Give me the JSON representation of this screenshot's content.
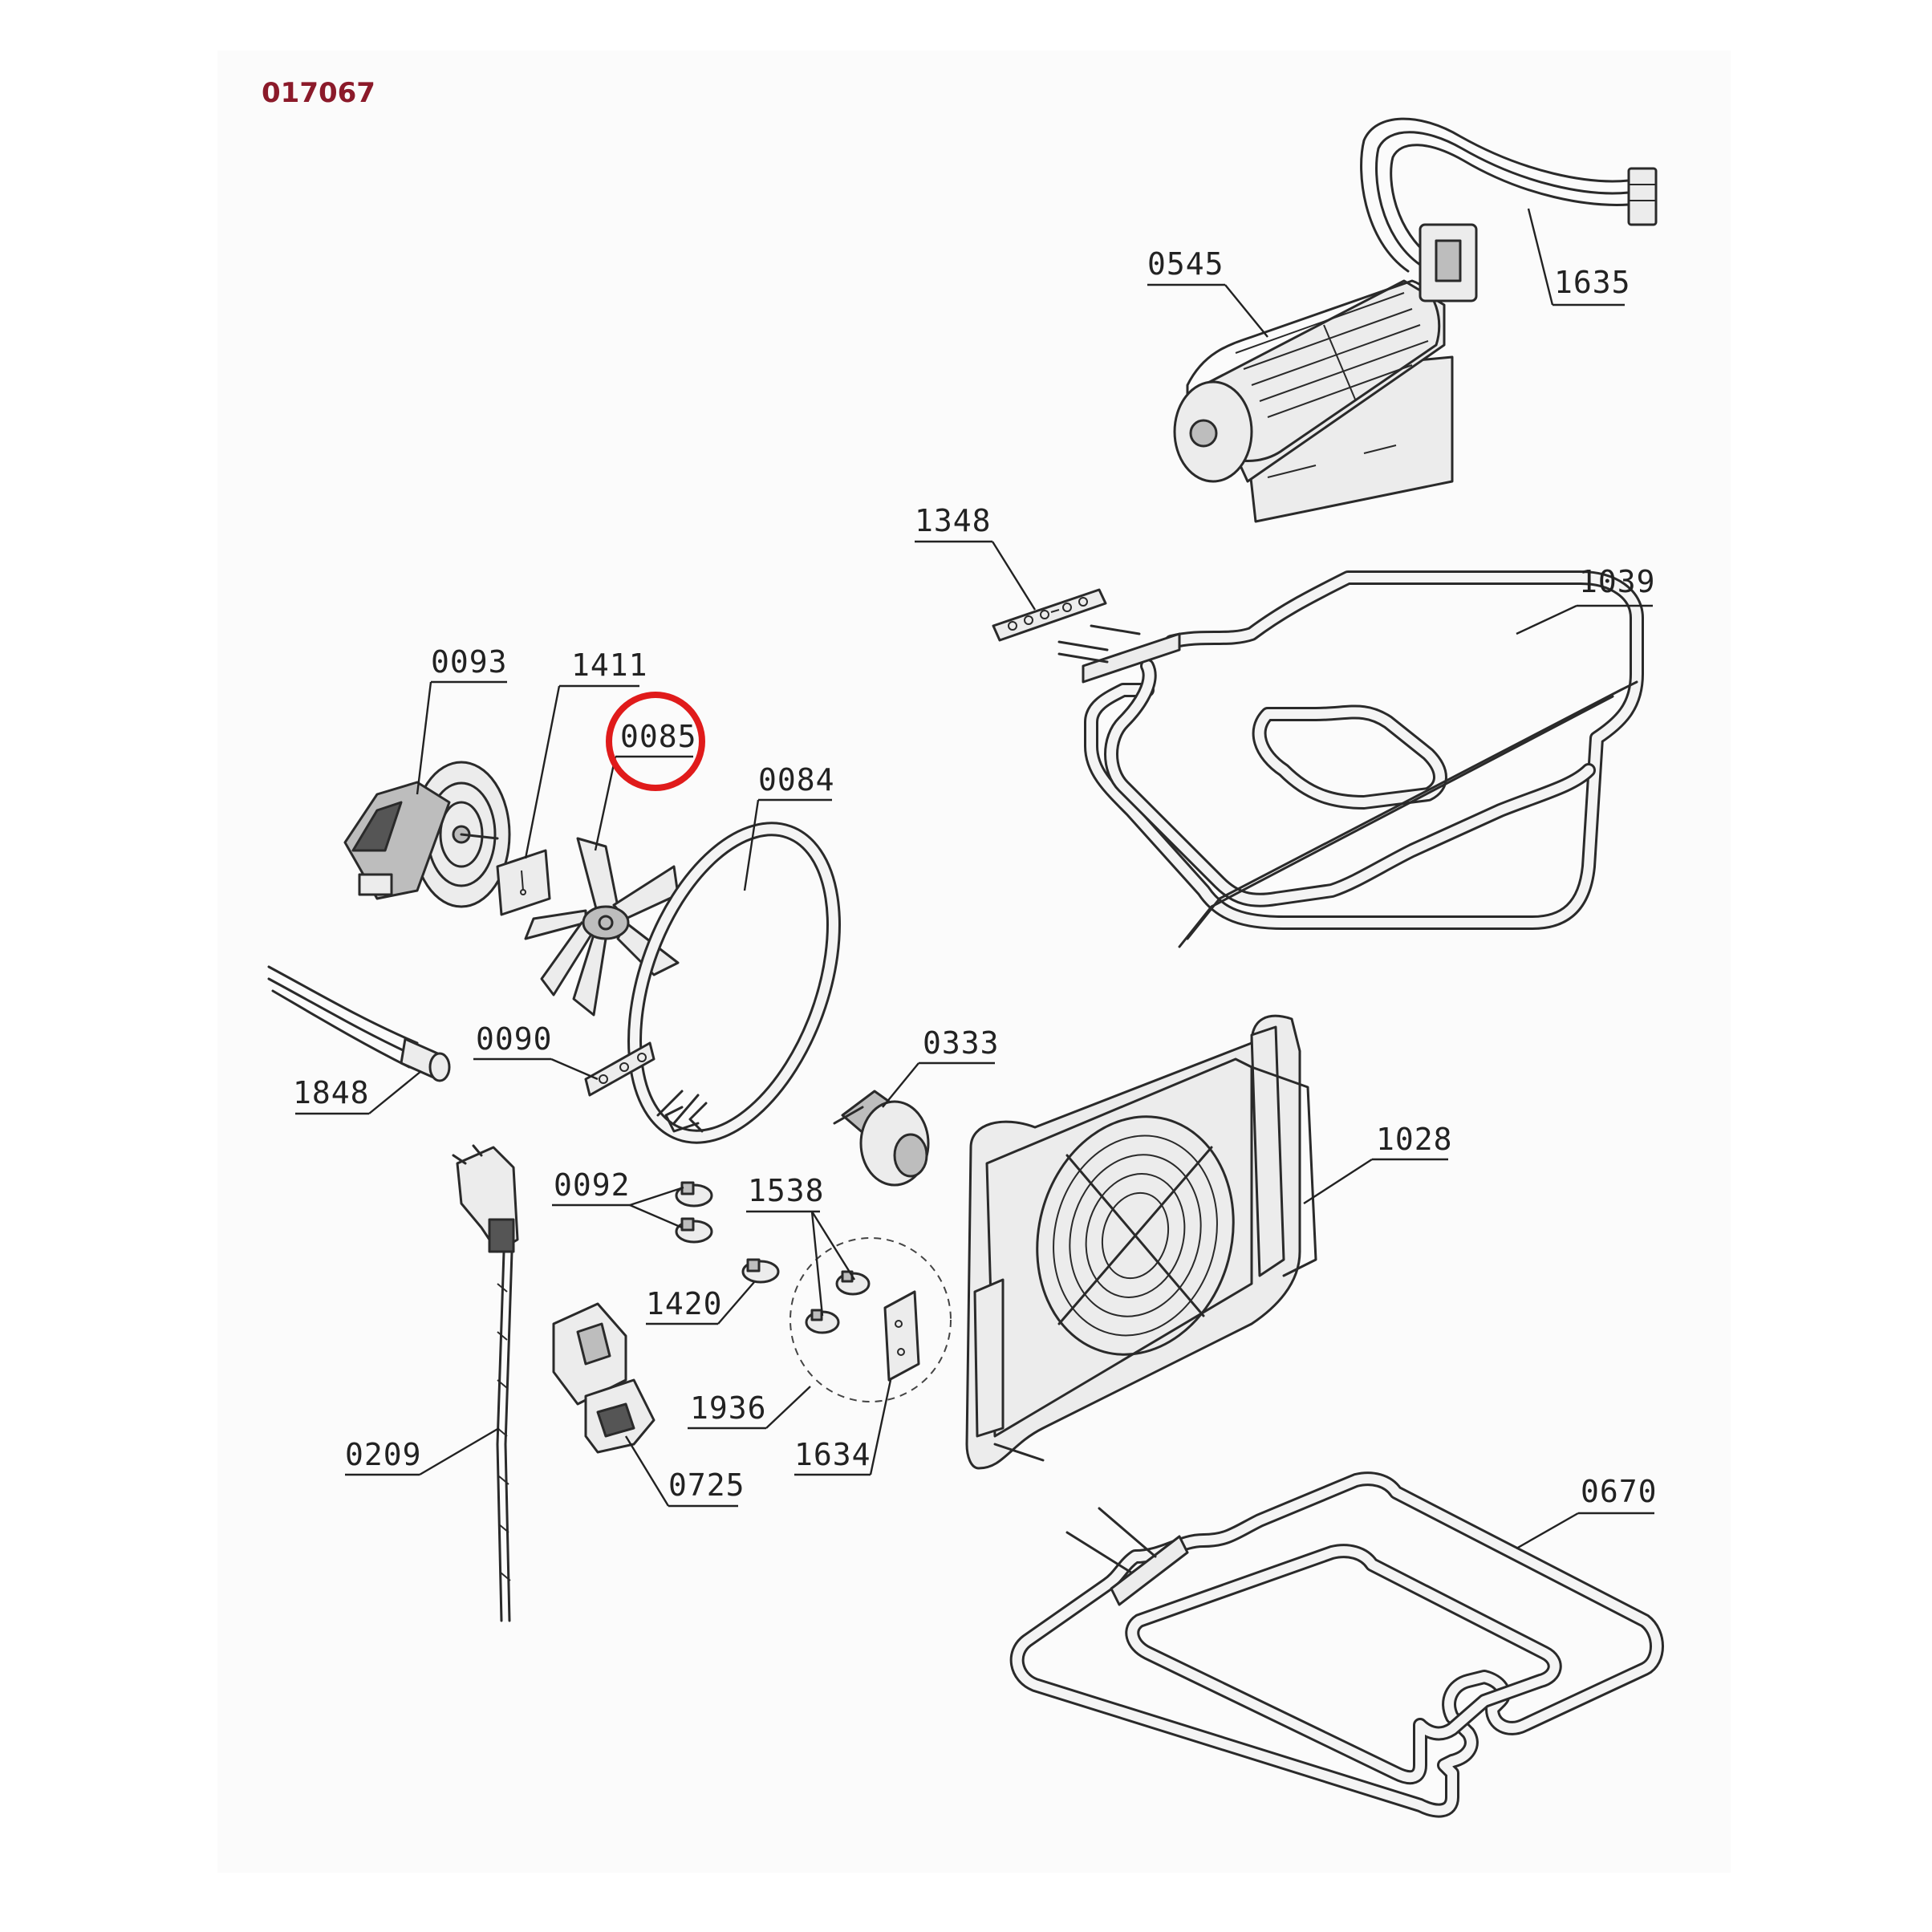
{
  "document": {
    "id": "017067",
    "highlighted_part": "0085"
  },
  "parts": [
    {
      "key": "p1635",
      "label": "1635",
      "icon": "wiring-harness-icon"
    },
    {
      "key": "p0545",
      "label": "0545",
      "icon": "tangential-fan-icon"
    },
    {
      "key": "p1348",
      "label": "1348",
      "icon": "terminal-plate-icon"
    },
    {
      "key": "p1039",
      "label": "1039",
      "icon": "top-heating-element-icon"
    },
    {
      "key": "p0093",
      "label": "0093",
      "icon": "fan-motor-icon"
    },
    {
      "key": "p1411",
      "label": "1411",
      "icon": "insulation-plate-icon"
    },
    {
      "key": "p0085",
      "label": "0085",
      "icon": "fan-blade-icon"
    },
    {
      "key": "p0084",
      "label": "0084",
      "icon": "circular-heating-element-icon"
    },
    {
      "key": "p0090",
      "label": "0090",
      "icon": "mounting-bracket-icon"
    },
    {
      "key": "p1848",
      "label": "1848",
      "icon": "temperature-sensor-icon"
    },
    {
      "key": "p0333",
      "label": "0333",
      "icon": "oven-lamp-icon"
    },
    {
      "key": "p1028",
      "label": "1028",
      "icon": "fan-cover-icon"
    },
    {
      "key": "p0092",
      "label": "0092",
      "icon": "thermostat-icon"
    },
    {
      "key": "p1538",
      "label": "1538",
      "icon": "thermal-fuse-icon"
    },
    {
      "key": "p1420",
      "label": "1420",
      "icon": "safety-thermostat-icon"
    },
    {
      "key": "p1936",
      "label": "1936",
      "icon": "fuse-kit-icon"
    },
    {
      "key": "p0209",
      "label": "0209",
      "icon": "power-cord-icon"
    },
    {
      "key": "p0725",
      "label": "0725",
      "icon": "selector-switch-icon"
    },
    {
      "key": "p1634",
      "label": "1634",
      "icon": "fuse-holder-icon"
    },
    {
      "key": "p0670",
      "label": "0670",
      "icon": "bottom-heating-element-icon"
    }
  ],
  "colors": {
    "title": "#8b1a2a",
    "line": "#222222",
    "highlight": "#e01b1b"
  }
}
